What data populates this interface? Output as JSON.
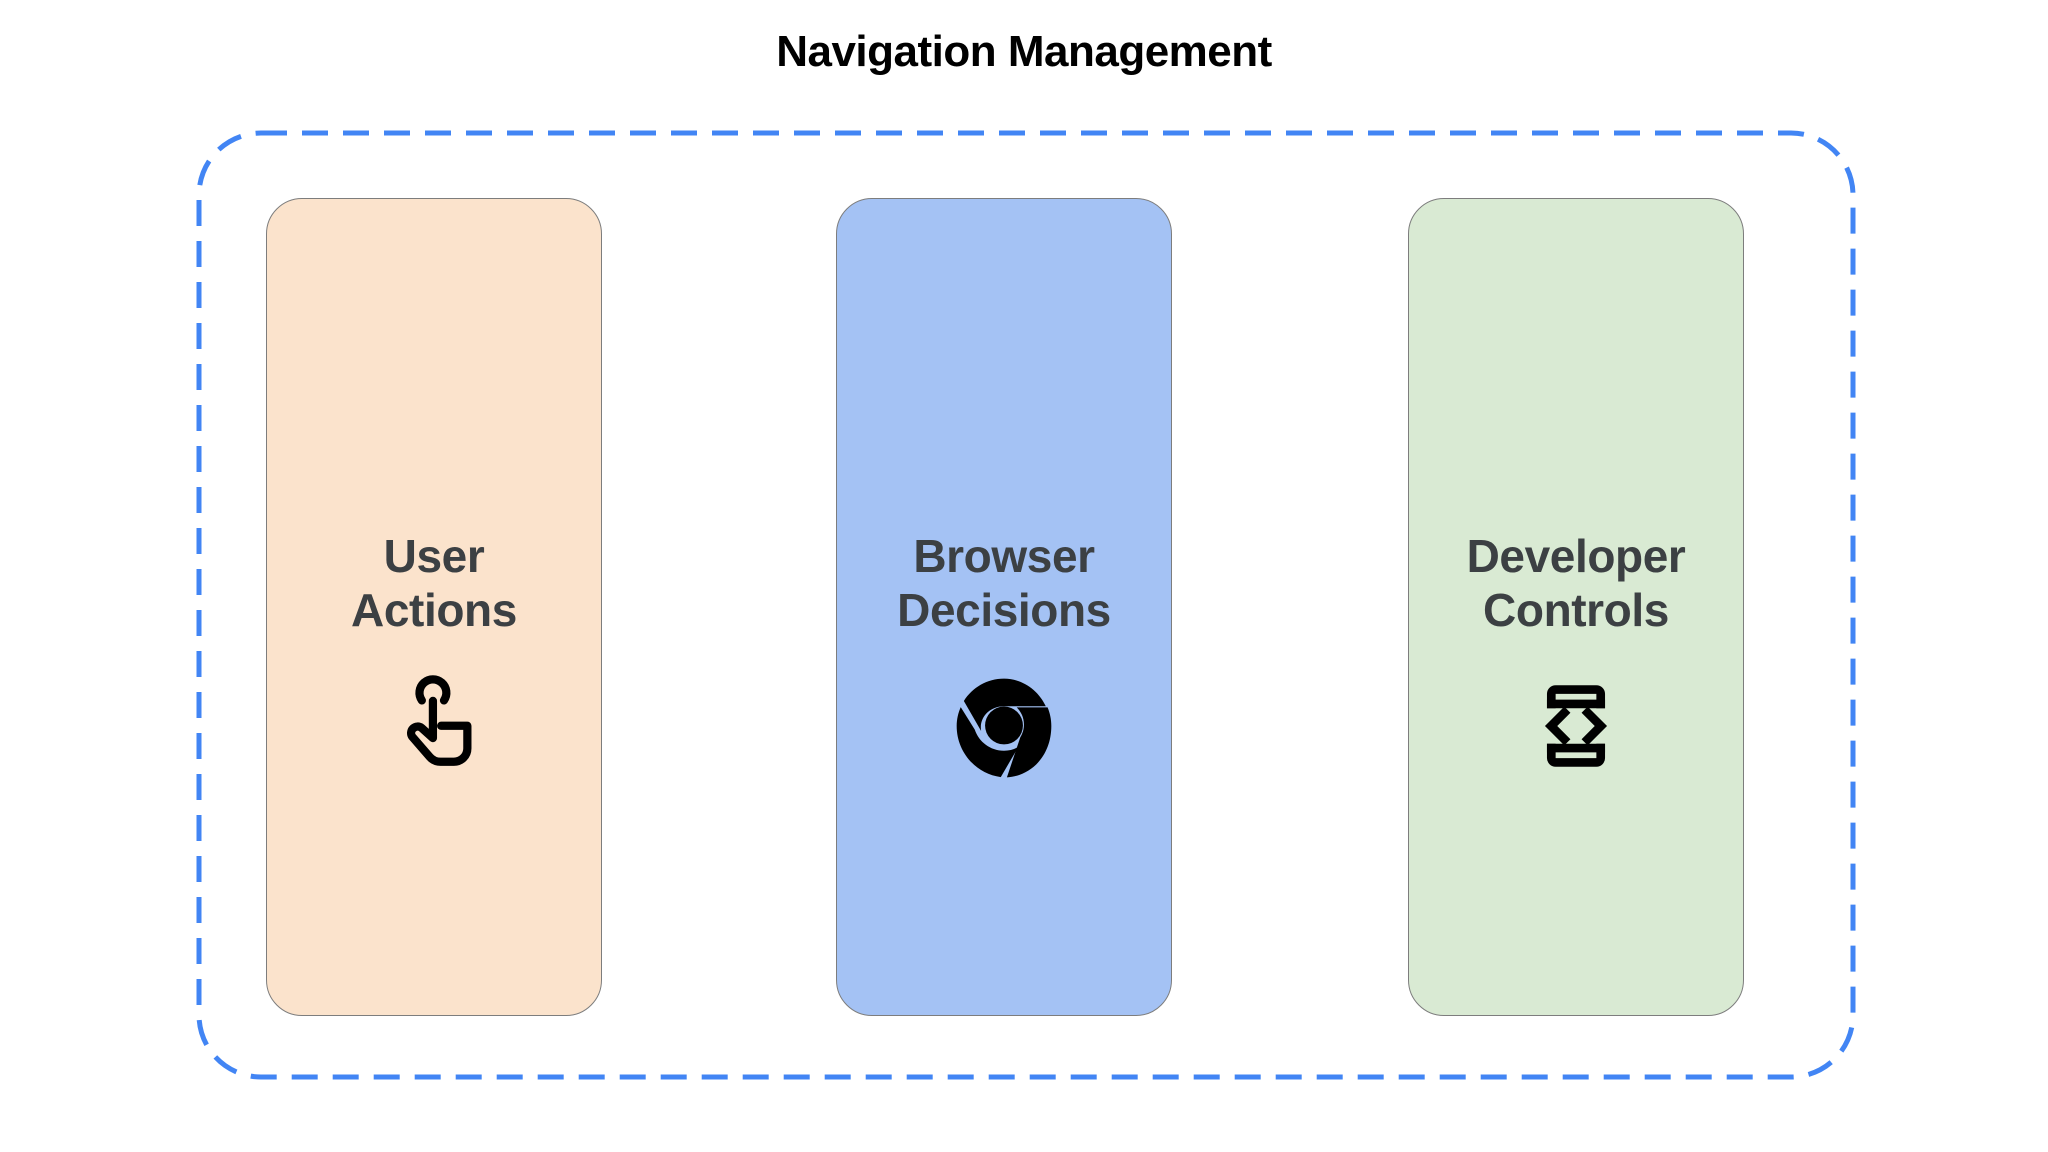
{
  "title": "Navigation Management",
  "colors": {
    "background": "#ffffff",
    "title_text": "#000000",
    "card_text": "#3c4043",
    "group_border": "#4285f4",
    "card_border": "#7d7d7d",
    "icon": "#000000"
  },
  "group": {
    "name": "navigation-management-group",
    "border_style": "dashed",
    "border_color": "#4285f4",
    "border_width": 5,
    "corner_radius": 60
  },
  "cards": [
    {
      "id": "user-actions",
      "title": "User\nActions",
      "title_line1": "User",
      "title_line2": "Actions",
      "fill": "#fbe3cc",
      "icon": "touch-app-icon"
    },
    {
      "id": "browser-decisions",
      "title": "Browser\nDecisions",
      "title_line1": "Browser",
      "title_line2": "Decisions",
      "fill": "#a4c2f4",
      "icon": "chrome-logo-icon"
    },
    {
      "id": "developer-controls",
      "title": "Developer\nControls",
      "title_line1": "Developer",
      "title_line2": "Controls",
      "fill": "#d9ead3",
      "icon": "developer-mode-icon"
    }
  ]
}
